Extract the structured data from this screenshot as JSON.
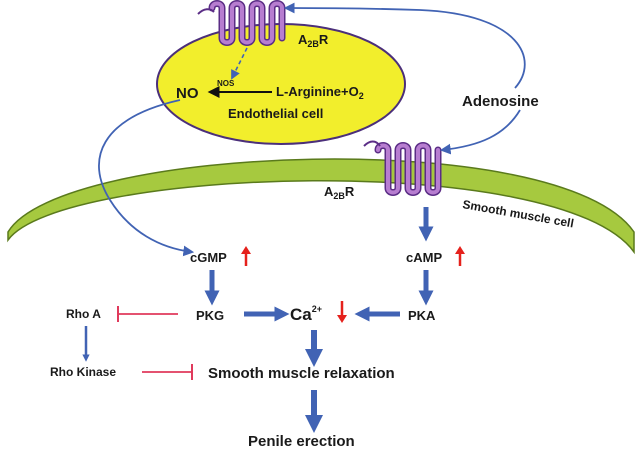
{
  "labels": {
    "receptor_top_main": "A",
    "receptor_top_sub": "2B",
    "receptor_top_end": "R",
    "receptor_mid_main": "A",
    "receptor_mid_sub": "2B",
    "receptor_mid_end": "R",
    "nos": "NOS",
    "no": "NO",
    "l_arginine": "L-Arginine+O",
    "o2_sub": "2",
    "endothelial_cell": "Endothelial cell",
    "adenosine": "Adenosine",
    "smooth_muscle_cell": "Smooth muscle cell",
    "cgmp": "cGMP",
    "camp": "cAMP",
    "rho_a": "Rho A",
    "pkg": "PKG",
    "calcium": "Ca",
    "calcium_sup": "2+",
    "pka": "PKA",
    "rho_kinase": "Rho Kinase",
    "smooth_muscle_relaxation": "Smooth muscle relaxation",
    "penile_erection": "Penile erection"
  },
  "colors": {
    "endothelial_fill": "#f2ee2c",
    "membrane_fill": "#a6c93f",
    "receptor_fill": "#b77dd0",
    "receptor_stroke": "#5b2d86",
    "arrow_blue": "#4163b4",
    "up_arrow_red": "#e5211c",
    "inhibit_red": "#e03a5c"
  }
}
